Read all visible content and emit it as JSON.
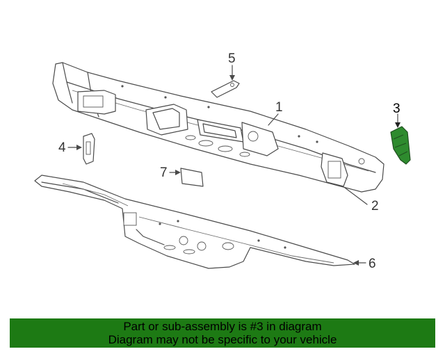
{
  "diagram": {
    "callouts": [
      {
        "id": "1",
        "label": "1"
      },
      {
        "id": "2",
        "label": "2"
      },
      {
        "id": "3",
        "label": "3"
      },
      {
        "id": "4",
        "label": "4"
      },
      {
        "id": "5",
        "label": "5"
      },
      {
        "id": "6",
        "label": "6"
      },
      {
        "id": "7",
        "label": "7"
      }
    ],
    "highlighted_part": "3",
    "highlight_color": "#2e8b2e"
  },
  "banner": {
    "line1": "Part or sub-assembly is #3 in diagram",
    "line2": "Diagram may not be specific to your vehicle",
    "background_color": "#1d7a14"
  }
}
